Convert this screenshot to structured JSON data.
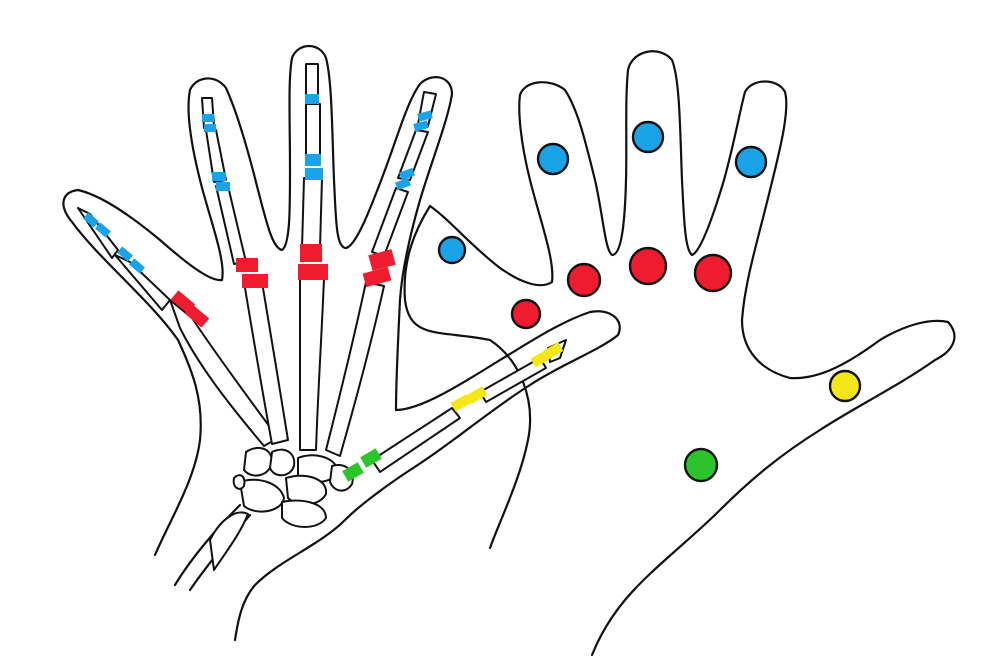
{
  "palette": {
    "dip": "#1aa3e6",
    "mcp": "#ee1c2e",
    "thumb_ip": "#f5e61a",
    "thumb_cmc": "#2bc42b",
    "line": "#111111",
    "background": "#ffffff"
  },
  "skeleton_joints": [
    {
      "finger": "little",
      "joints": [
        "dip",
        "dip",
        "mcp"
      ]
    },
    {
      "finger": "ring",
      "joints": [
        "dip",
        "dip",
        "mcp"
      ]
    },
    {
      "finger": "middle",
      "joints": [
        "dip",
        "dip",
        "mcp"
      ]
    },
    {
      "finger": "index",
      "joints": [
        "dip",
        "dip",
        "mcp"
      ]
    },
    {
      "finger": "thumb",
      "joints": [
        "thumb_ip",
        "thumb_ip",
        "thumb_cmc"
      ]
    }
  ],
  "palm_joints": [
    {
      "finger": "little",
      "joints": [
        "dip",
        "mcp"
      ]
    },
    {
      "finger": "ring",
      "joints": [
        "dip",
        "mcp"
      ]
    },
    {
      "finger": "middle",
      "joints": [
        "dip",
        "mcp"
      ]
    },
    {
      "finger": "index",
      "joints": [
        "dip",
        "mcp"
      ]
    },
    {
      "finger": "thumb",
      "joints": [
        "thumb_ip",
        "thumb_cmc"
      ]
    }
  ]
}
